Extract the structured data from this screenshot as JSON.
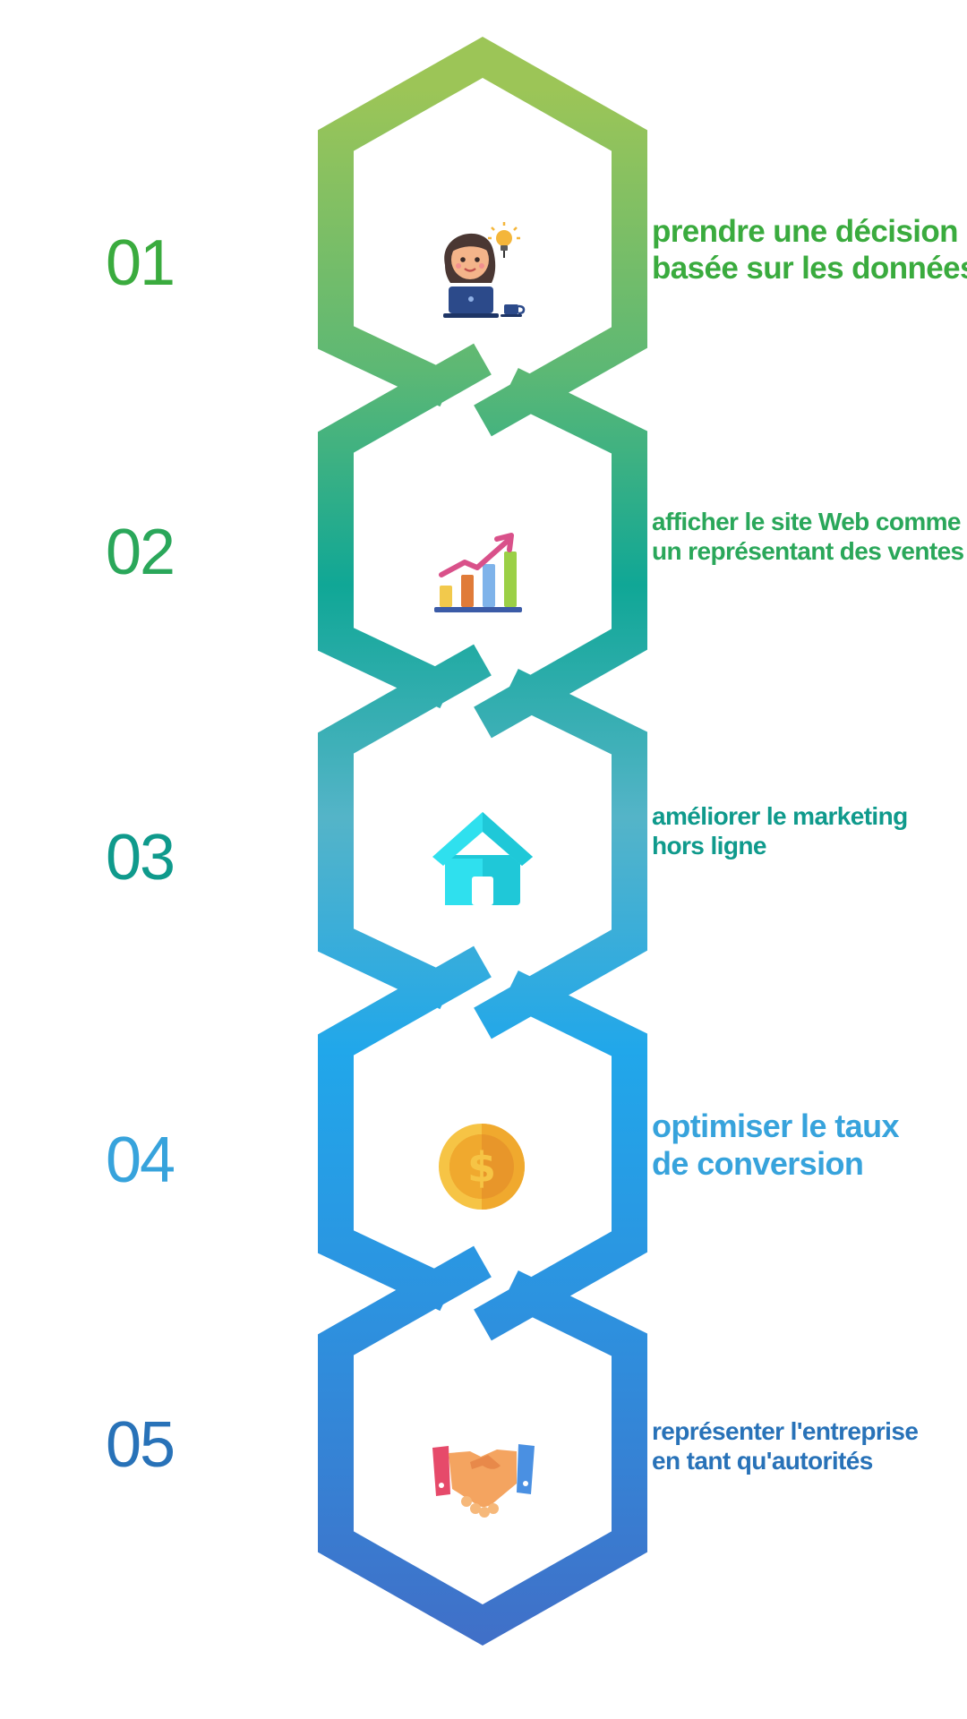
{
  "steps": [
    {
      "number": "01",
      "line1": "prendre une décision",
      "line2": "basée sur les données",
      "color": "#3aab3e",
      "icon": "woman-laptop-idea-icon"
    },
    {
      "number": "02",
      "line1": "afficher le site Web comme",
      "line2": "un représentant des ventes",
      "color": "#2aa75a",
      "icon": "growth-bar-chart-icon"
    },
    {
      "number": "03",
      "line1": "améliorer le marketing",
      "line2": "hors ligne",
      "color": "#0f9a8c",
      "icon": "house-icon"
    },
    {
      "number": "04",
      "line1": "optimiser le taux",
      "line2": "de conversion",
      "color": "#37a3dc",
      "icon": "dollar-coin-icon"
    },
    {
      "number": "05",
      "line1": "représenter l'entreprise",
      "line2": "en tant qu'autorités",
      "color": "#2872b8",
      "icon": "handshake-icon"
    }
  ],
  "gradient": [
    "#9cc557",
    "#1faa9a",
    "#54b4c8",
    "#21a7ea",
    "#3c6ec7"
  ]
}
